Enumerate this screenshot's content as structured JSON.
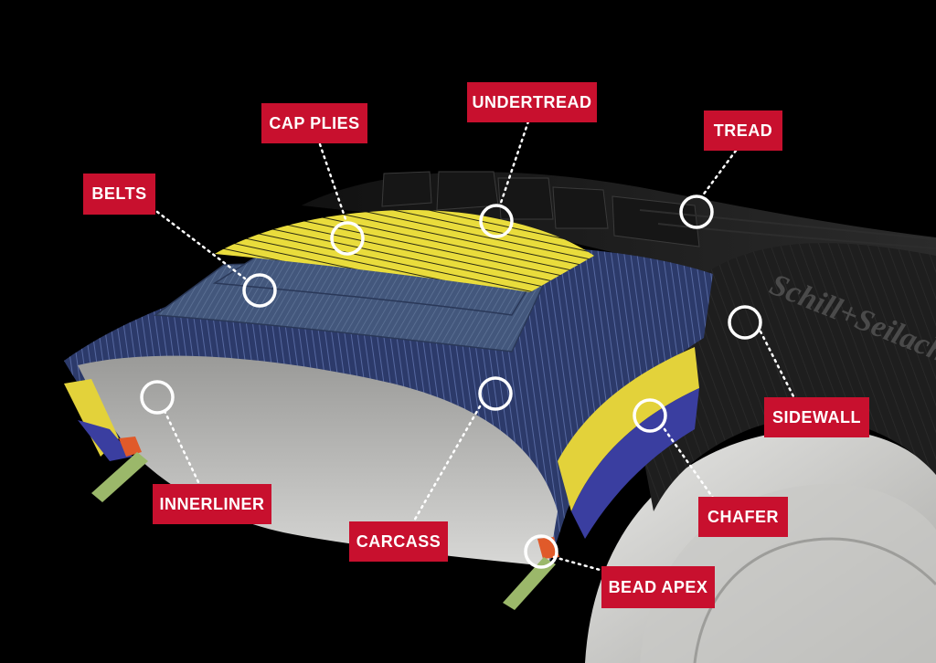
{
  "brand": {
    "text": "Schill+Seilacher"
  },
  "colors": {
    "label_bg": "#c8102e",
    "label_text": "#ffffff",
    "cap_plies": "#e6d83a",
    "belts": "#4a5e80",
    "carcass": "#2f3d6e",
    "apex": "#e05a2a",
    "bead_wire": "#9bb86a",
    "rubber": "#1c1c1c"
  },
  "labels": {
    "cap_plies": "CAP PLIES",
    "undertread": "UNDERTREAD",
    "tread": "TREAD",
    "belts": "BELTS",
    "sidewall": "SIDEWALL",
    "innerliner": "INNERLINER",
    "carcass": "CARCASS",
    "chafer": "CHAFER",
    "bead_apex": "BEAD APEX"
  }
}
